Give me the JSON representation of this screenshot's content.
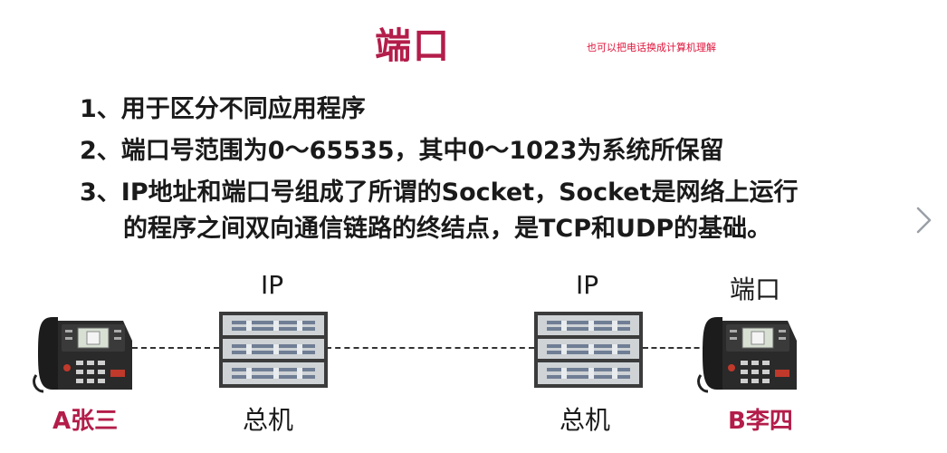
{
  "slide": {
    "title": "端口",
    "note": "也可以把电话换成计算机理解",
    "points": [
      {
        "number": "1、",
        "text": "用于区分不同应用程序"
      },
      {
        "number": "2、",
        "text": "端口号范围为0～65535，其中0～1023为系统所保留"
      },
      {
        "number": "3、",
        "text": "IP地址和端口号组成了所谓的Socket，Socket是网络上运行",
        "continuation": "的程序之间双向通信链路的终结点，是TCP和UDP的基础。"
      }
    ]
  },
  "diagram": {
    "label_ip_left": "IP",
    "label_ip_right": "IP",
    "label_port": "端口",
    "label_phone_a": "A张三",
    "label_host_left": "总机",
    "label_host_right": "总机",
    "label_phone_b": "B李四"
  },
  "colors": {
    "accent": "#b31d4a",
    "note": "#e0133a"
  },
  "icons": {
    "next": "chevron-right-icon",
    "phone": "desk-phone-icon",
    "server": "server-rack-icon"
  }
}
